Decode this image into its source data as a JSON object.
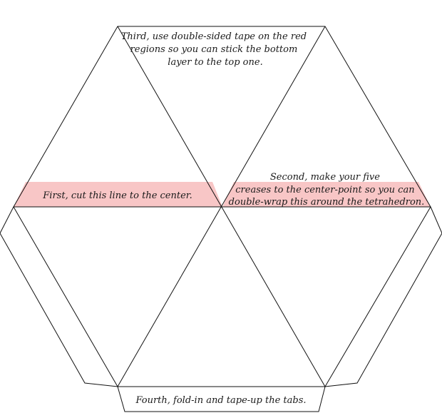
{
  "colors": {
    "line": "#111111",
    "highlight": "#f8c6c6",
    "text": "#1a1a1a",
    "background": "#ffffff"
  },
  "instructions": {
    "third": [
      "Third, use double-sided tape on the red",
      "regions so you can stick the bottom",
      "layer to the top one."
    ],
    "first": "First, cut this line to the center.",
    "second": [
      "Second, make your five",
      "creases to the center-point so you can",
      "double-wrap this around the tetrahedron."
    ],
    "fourth": "Fourth, fold-in and tape-up the tabs."
  }
}
